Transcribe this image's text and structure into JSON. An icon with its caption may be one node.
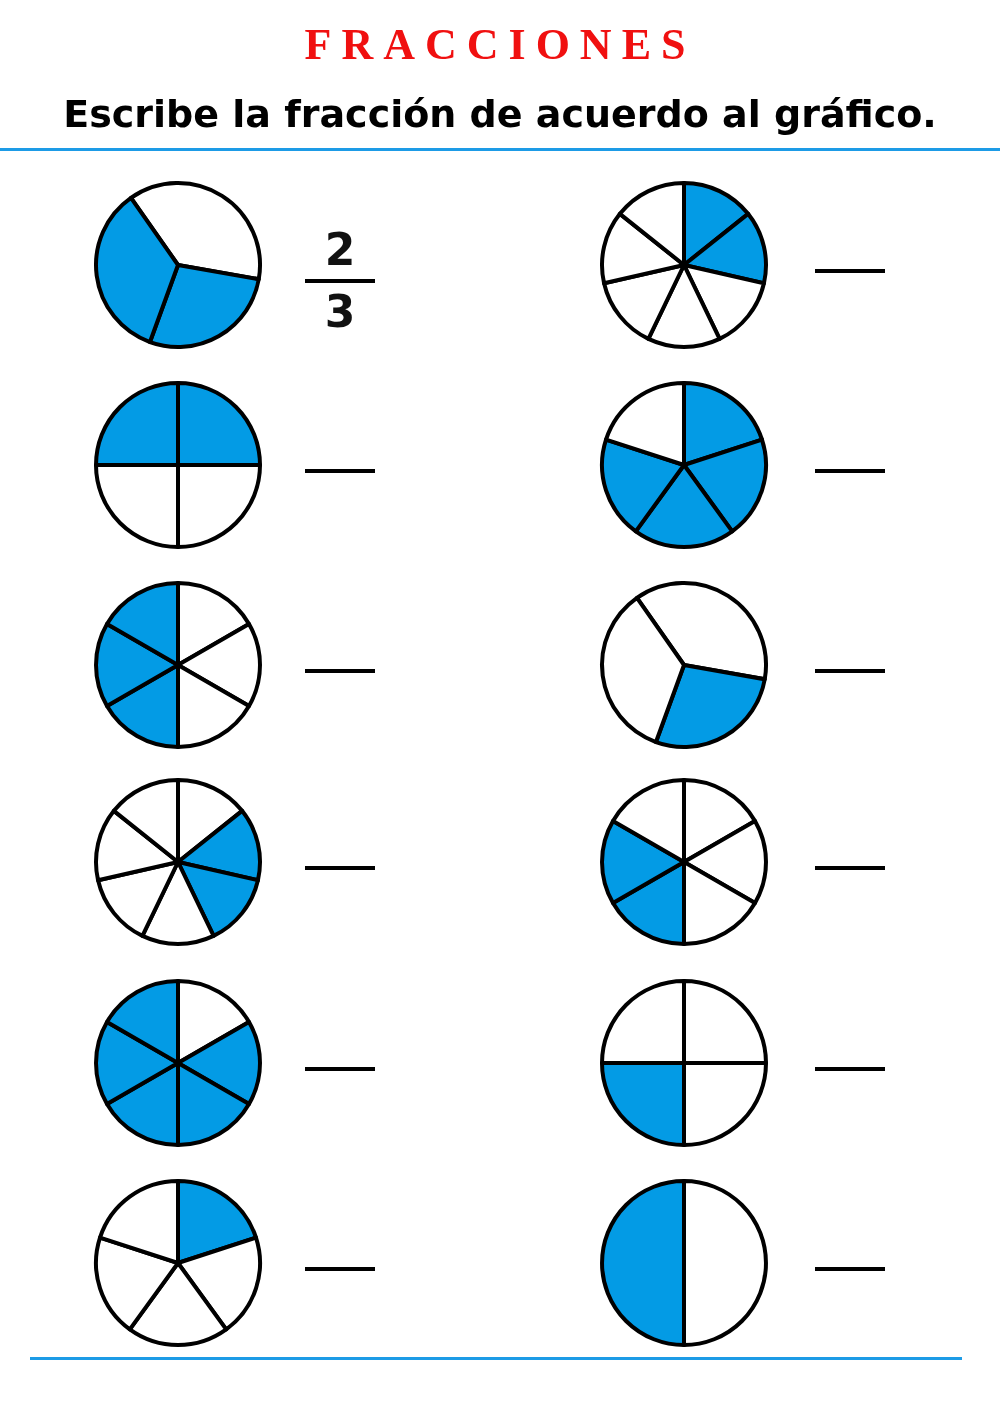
{
  "diagram": {
    "title": "FRACCIONES",
    "caption": "Escribe la fracción de acuerdo al gráfico.",
    "labels": [
      "2",
      "3"
    ]
  }
}
